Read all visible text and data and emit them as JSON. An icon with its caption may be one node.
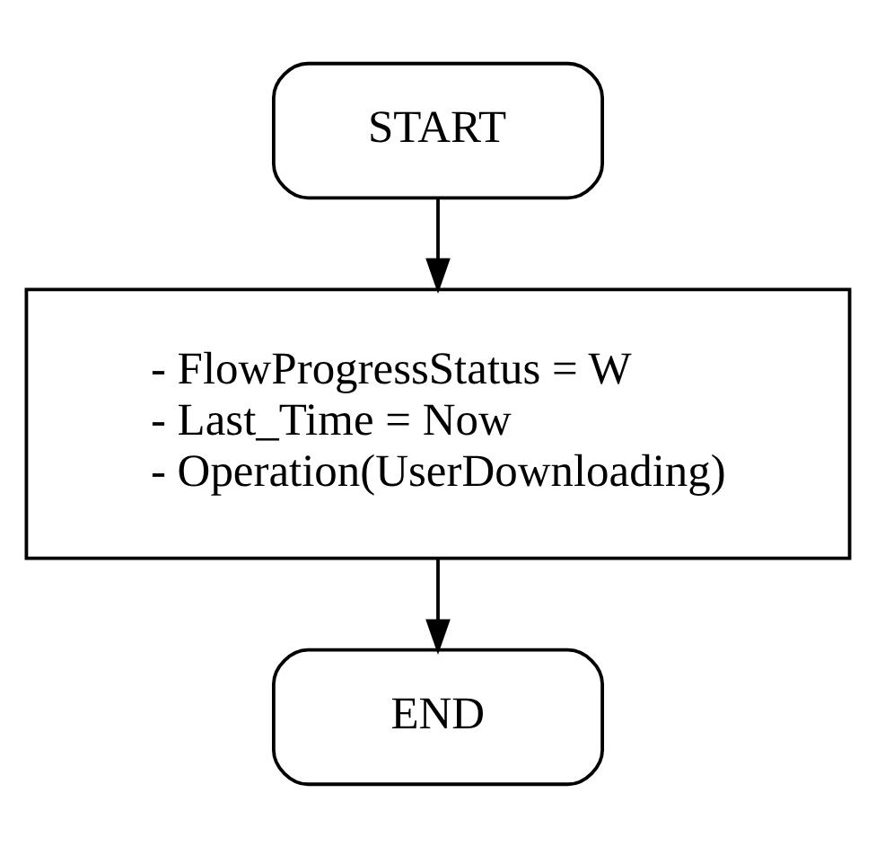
{
  "diagram": {
    "nodes": [
      {
        "text": [
          "START"
        ]
      },
      {
        "text": [
          "- FlowProgressStatus = W",
          "- Last_Time = Now",
          "- Operation(UserDownloading)"
        ]
      },
      {
        "text": [
          "END"
        ]
      }
    ],
    "edges": [
      {
        "from": 0,
        "to": 1,
        "arrow": "to"
      },
      {
        "from": 1,
        "to": 2,
        "arrow": "to"
      }
    ]
  }
}
